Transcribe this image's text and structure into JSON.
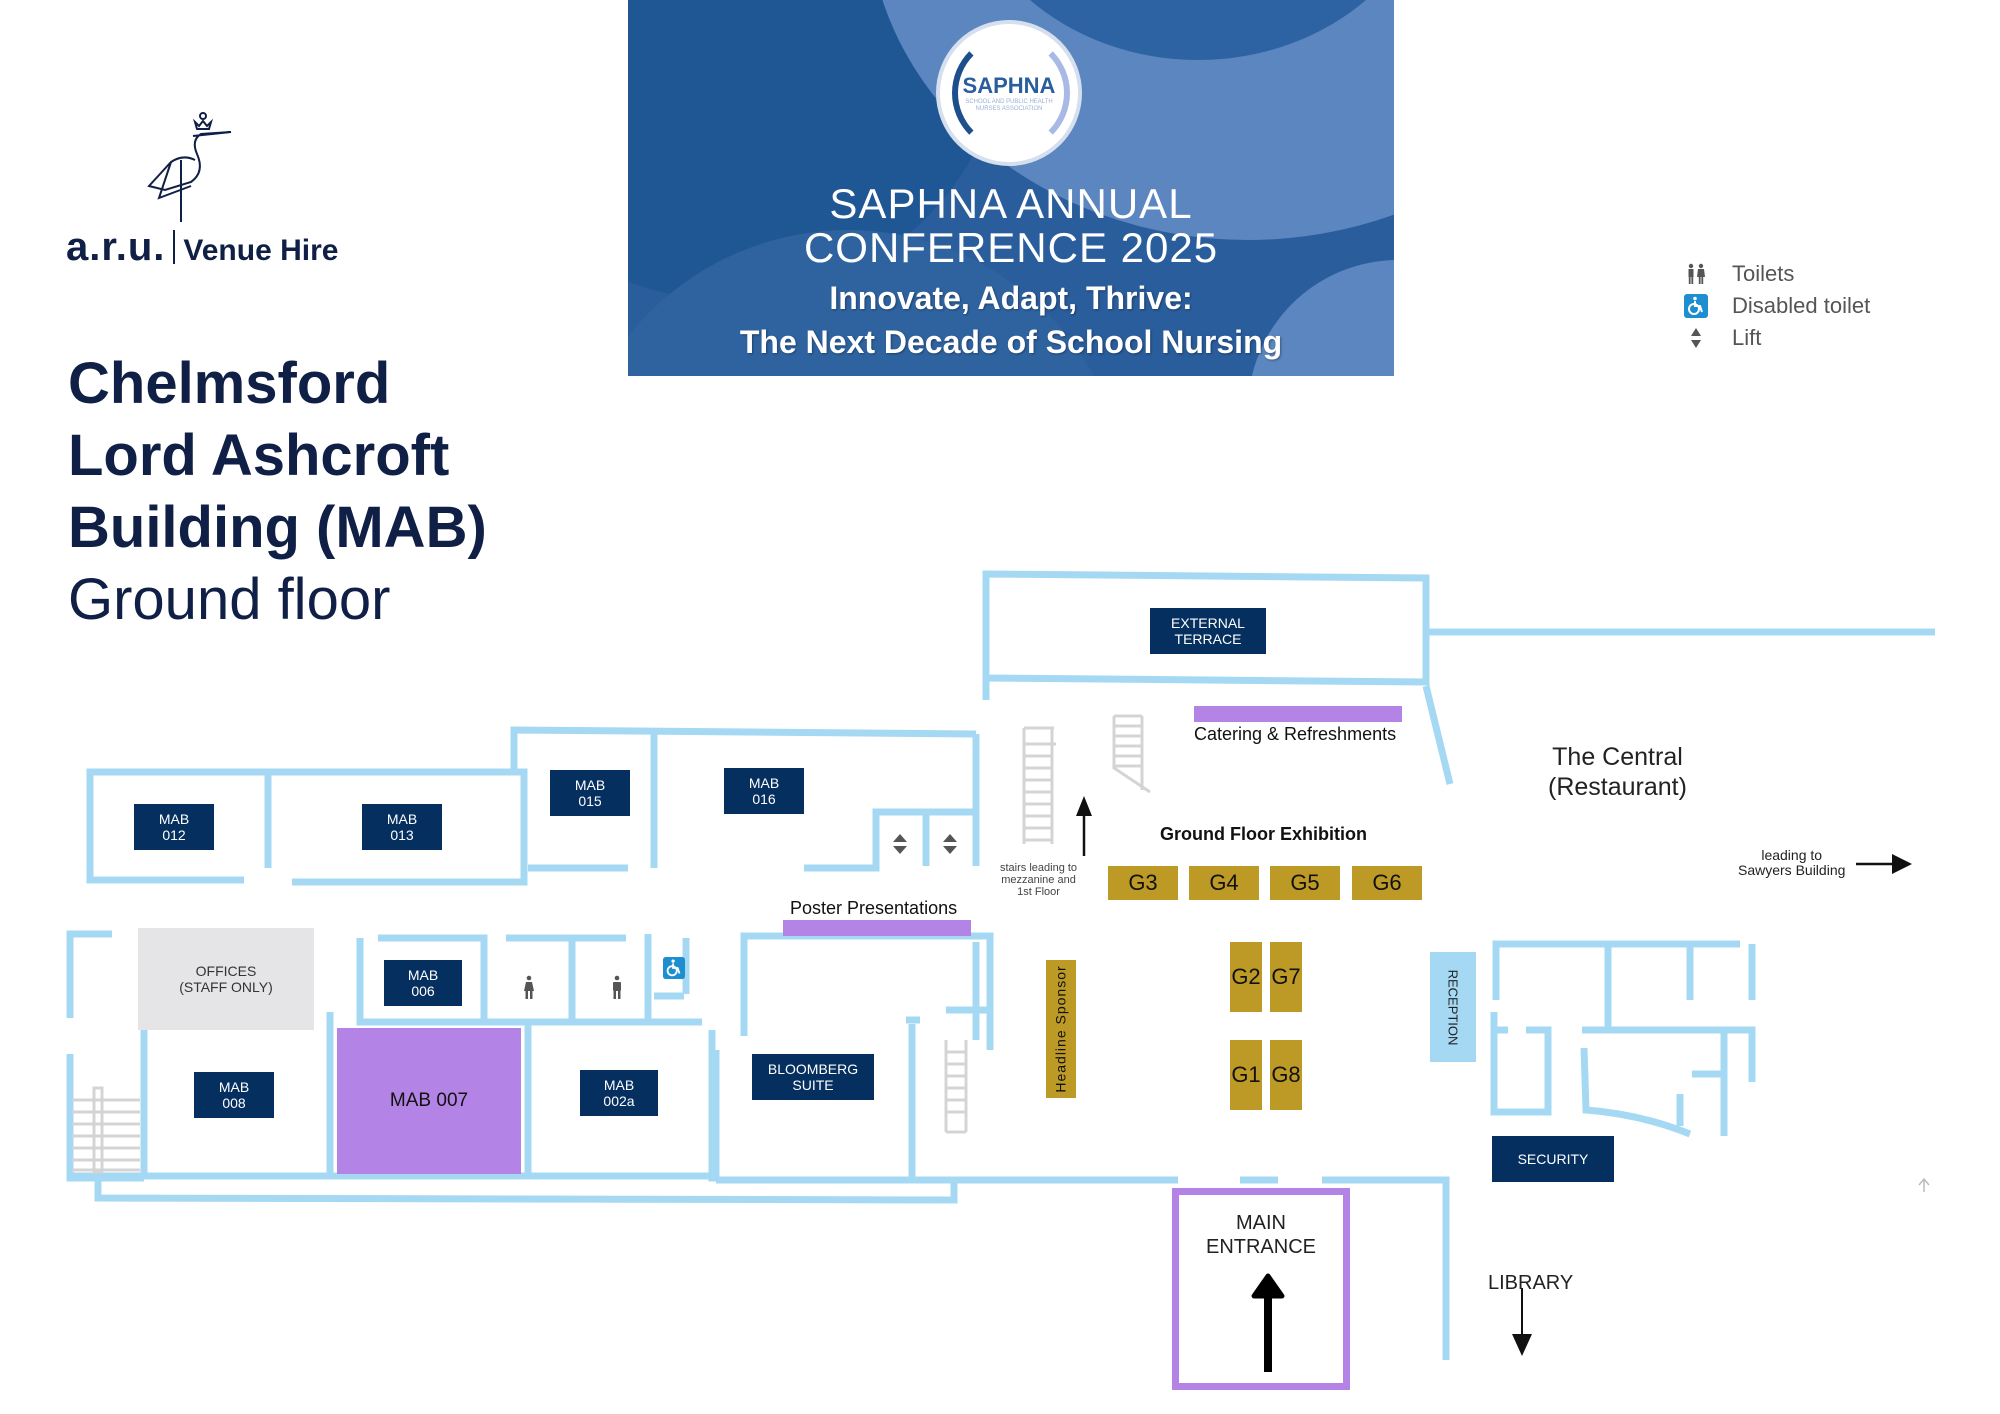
{
  "header": {
    "logo_brand": "a.r.u.",
    "logo_product": "Venue Hire",
    "title_lines": [
      "Chelmsford",
      "Lord Ashcroft",
      "Building (MAB)"
    ],
    "subtitle": "Ground floor"
  },
  "banner": {
    "logo_name": "SAPHNA",
    "logo_tagline": "School and Public Health Nurses Association",
    "title_line1": "SAPHNA ANNUAL",
    "title_line2": "CONFERENCE 2025",
    "tagline_line1": "Innovate, Adapt, Thrive:",
    "tagline_line2": "The Next Decade of School Nursing",
    "colors": {
      "background": "#2a5d9c",
      "light": "#5b86c0",
      "dark": "#1d5190"
    }
  },
  "legend": {
    "items": [
      {
        "icon": "toilets-icon",
        "label": "Toilets"
      },
      {
        "icon": "disabled-toilet-icon",
        "label": "Disabled toilet"
      },
      {
        "icon": "lift-icon",
        "label": "Lift"
      }
    ]
  },
  "rooms": {
    "mab012": {
      "line1": "MAB",
      "line2": "012"
    },
    "mab013": {
      "line1": "MAB",
      "line2": "013"
    },
    "mab015": {
      "line1": "MAB",
      "line2": "015"
    },
    "mab016": {
      "line1": "MAB",
      "line2": "016"
    },
    "mab006": {
      "line1": "MAB",
      "line2": "006"
    },
    "mab008": {
      "line1": "MAB",
      "line2": "008"
    },
    "mab002a": {
      "line1": "MAB",
      "line2": "002a"
    },
    "mab007": {
      "label": "MAB 007"
    },
    "offices": {
      "line1": "OFFICES",
      "line2": "(STAFF ONLY)"
    },
    "bloomberg": {
      "line1": "BLOOMBERG",
      "line2": "SUITE"
    },
    "terrace": {
      "line1": "EXTERNAL",
      "line2": "TERRACE"
    },
    "security": {
      "label": "SECURITY"
    },
    "reception": {
      "label": "RECEPTION"
    }
  },
  "areas": {
    "catering": "Catering & Refreshments",
    "poster": "Poster Presentations",
    "exhibition": "Ground Floor Exhibition",
    "sponsor": "Headline Sponsor",
    "central_line1": "The Central",
    "central_line2": "(Restaurant)",
    "sawyers_line1": "leading to",
    "sawyers_line2": "Sawyers Building",
    "stairs_line1": "stairs leading to",
    "stairs_line2": "mezzanine and",
    "stairs_line3": "1st Floor",
    "entrance_line1": "MAIN",
    "entrance_line2": "ENTRANCE",
    "library": "LIBRARY"
  },
  "stands": [
    "G1",
    "G2",
    "G3",
    "G4",
    "G5",
    "G6",
    "G7",
    "G8"
  ],
  "colors": {
    "wall": "#a5d8f3",
    "room_label": "#052f5f",
    "highlight": "#b384e5",
    "stand": "#bd9a25",
    "office": "#e5e5e7"
  }
}
